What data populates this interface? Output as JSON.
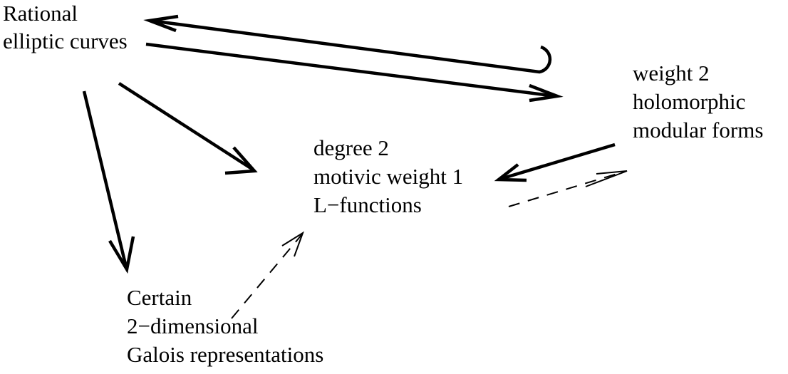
{
  "nodes": {
    "elliptic_curves": {
      "lines": [
        "Rational",
        "elliptic curves"
      ]
    },
    "modular_forms": {
      "lines": [
        "weight 2",
        "holomorphic",
        "modular forms"
      ]
    },
    "l_functions": {
      "lines": [
        "degree 2",
        "motivic weight 1",
        "L−functions"
      ]
    },
    "galois": {
      "lines": [
        "Certain",
        "2−dimensional",
        "Galois representations"
      ]
    }
  },
  "edges": [
    {
      "from": "modular_forms",
      "to": "elliptic_curves",
      "style": "solid-hooked"
    },
    {
      "from": "elliptic_curves",
      "to": "modular_forms",
      "style": "solid"
    },
    {
      "from": "elliptic_curves",
      "to": "l_functions",
      "style": "solid"
    },
    {
      "from": "elliptic_curves",
      "to": "galois",
      "style": "solid"
    },
    {
      "from": "modular_forms",
      "to": "l_functions",
      "style": "solid"
    },
    {
      "from": "l_functions",
      "to": "modular_forms",
      "style": "dashed"
    },
    {
      "from": "galois",
      "to": "l_functions",
      "style": "dashed"
    }
  ]
}
